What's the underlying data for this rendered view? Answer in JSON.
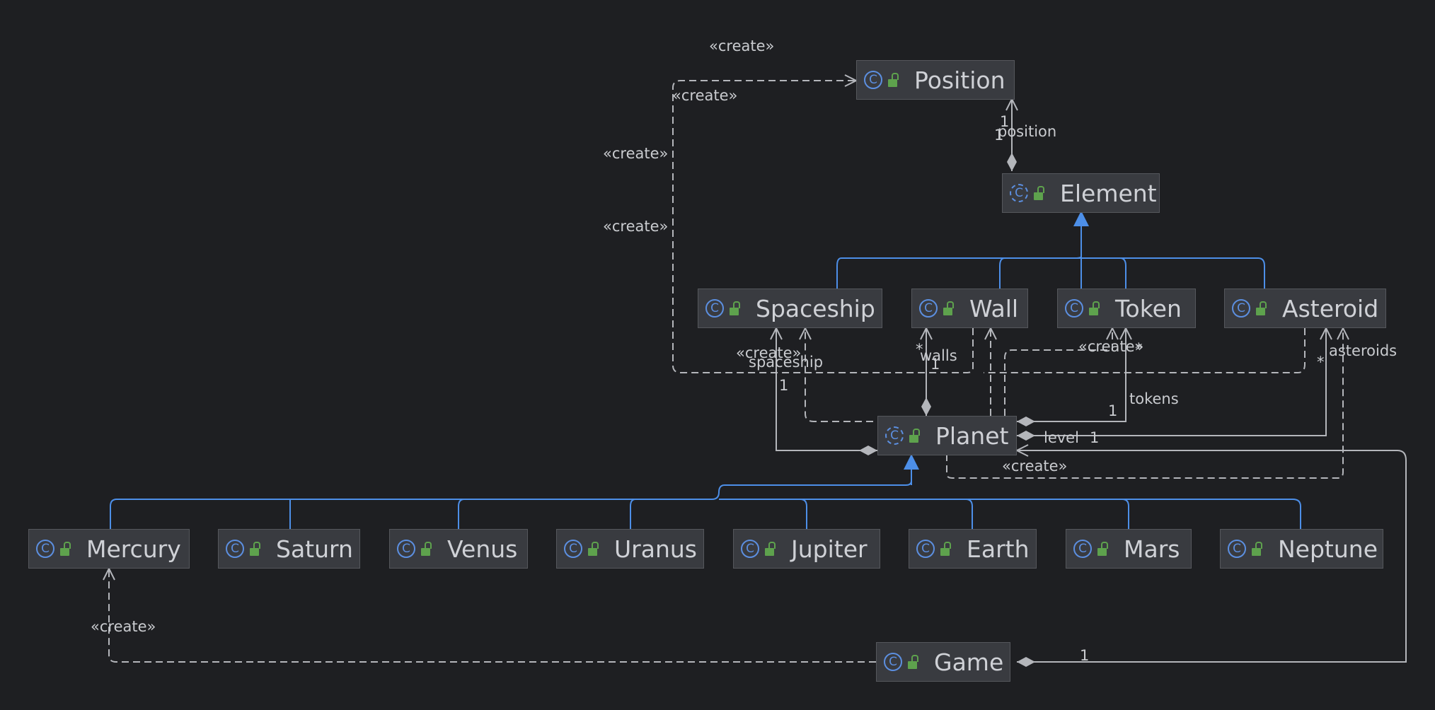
{
  "diagram": {
    "nodes": {
      "position": {
        "label": "Position",
        "abstract": false
      },
      "element": {
        "label": "Element",
        "abstract": true
      },
      "spaceship": {
        "label": "Spaceship",
        "abstract": false
      },
      "wall": {
        "label": "Wall",
        "abstract": false
      },
      "token": {
        "label": "Token",
        "abstract": false
      },
      "asteroid": {
        "label": "Asteroid",
        "abstract": false
      },
      "planet": {
        "label": "Planet",
        "abstract": true
      },
      "mercury": {
        "label": "Mercury",
        "abstract": false
      },
      "saturn": {
        "label": "Saturn",
        "abstract": false
      },
      "venus": {
        "label": "Venus",
        "abstract": false
      },
      "uranus": {
        "label": "Uranus",
        "abstract": false
      },
      "jupiter": {
        "label": "Jupiter",
        "abstract": false
      },
      "earth": {
        "label": "Earth",
        "abstract": false
      },
      "mars": {
        "label": "Mars",
        "abstract": false
      },
      "neptune": {
        "label": "Neptune",
        "abstract": false
      },
      "game": {
        "label": "Game",
        "abstract": false
      }
    },
    "class_icon_letter": "C",
    "edge_labels": {
      "create": "«create»",
      "one": "1",
      "many": "*",
      "position": "position",
      "spaceship": "spaceship",
      "walls": "walls",
      "tokens": "tokens",
      "asteroids": "asteroids",
      "level": "level"
    },
    "colors": {
      "background": "#1e1f22",
      "node_fill": "#393b40",
      "node_border": "#55575c",
      "text": "#cfd1d6",
      "inheritance": "#4d8fe8",
      "association": "#b4b6bb",
      "class_icon": "#5c8fe0",
      "visibility_icon": "#5ea24d"
    }
  }
}
